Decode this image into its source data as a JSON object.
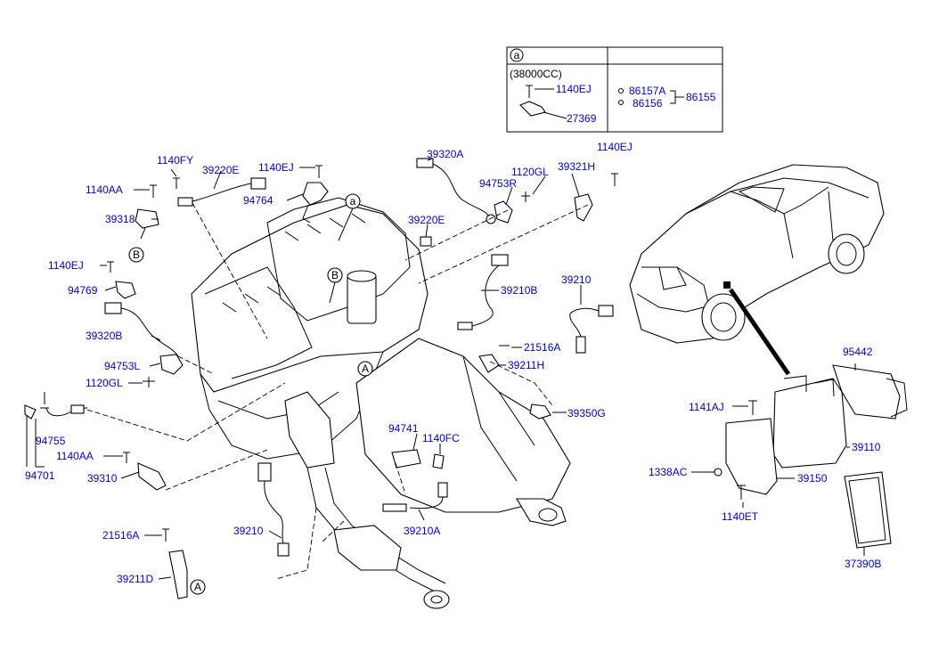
{
  "legend_box": {
    "marker": "a",
    "variant": "(38000CC)",
    "parts": [
      "1140EJ",
      "27369",
      "86157A",
      "86156",
      "86155"
    ]
  },
  "callouts": {
    "a": "a",
    "A1": "A",
    "A2": "A",
    "B1": "B",
    "B2": "B"
  },
  "labels": {
    "p1140FY": "1140FY",
    "p39220E_1": "39220E",
    "p1140EJ_1": "1140EJ",
    "p1140AA_1": "1140AA",
    "p94764": "94764",
    "p39318": "39318",
    "p39320A": "39320A",
    "p94753R": "94753R",
    "p1120GL_1": "1120GL",
    "p39321H": "39321H",
    "p1140EJ_2": "1140EJ",
    "p39220E_2": "39220E",
    "p1140EJ_3": "1140EJ",
    "p94769": "94769",
    "p39210B": "39210B",
    "p39210_1": "39210",
    "p39320B": "39320B",
    "p21516A_1": "21516A",
    "p39211H": "39211H",
    "p94753L": "94753L",
    "p1120GL_2": "1120GL",
    "p39350G": "39350G",
    "p94755": "94755",
    "p94741": "94741",
    "p1140FC": "1140FC",
    "p1140AA_2": "1140AA",
    "p94701": "94701",
    "p39310": "39310",
    "p21516A_2": "21516A",
    "p39210_2": "39210",
    "p39210A": "39210A",
    "p39211D": "39211D",
    "p95442": "95442",
    "p1141AJ": "1141AJ",
    "p39110": "39110",
    "p1338AC": "1338AC",
    "p39150": "39150",
    "p1140ET": "1140ET",
    "p37390B": "37390B"
  }
}
